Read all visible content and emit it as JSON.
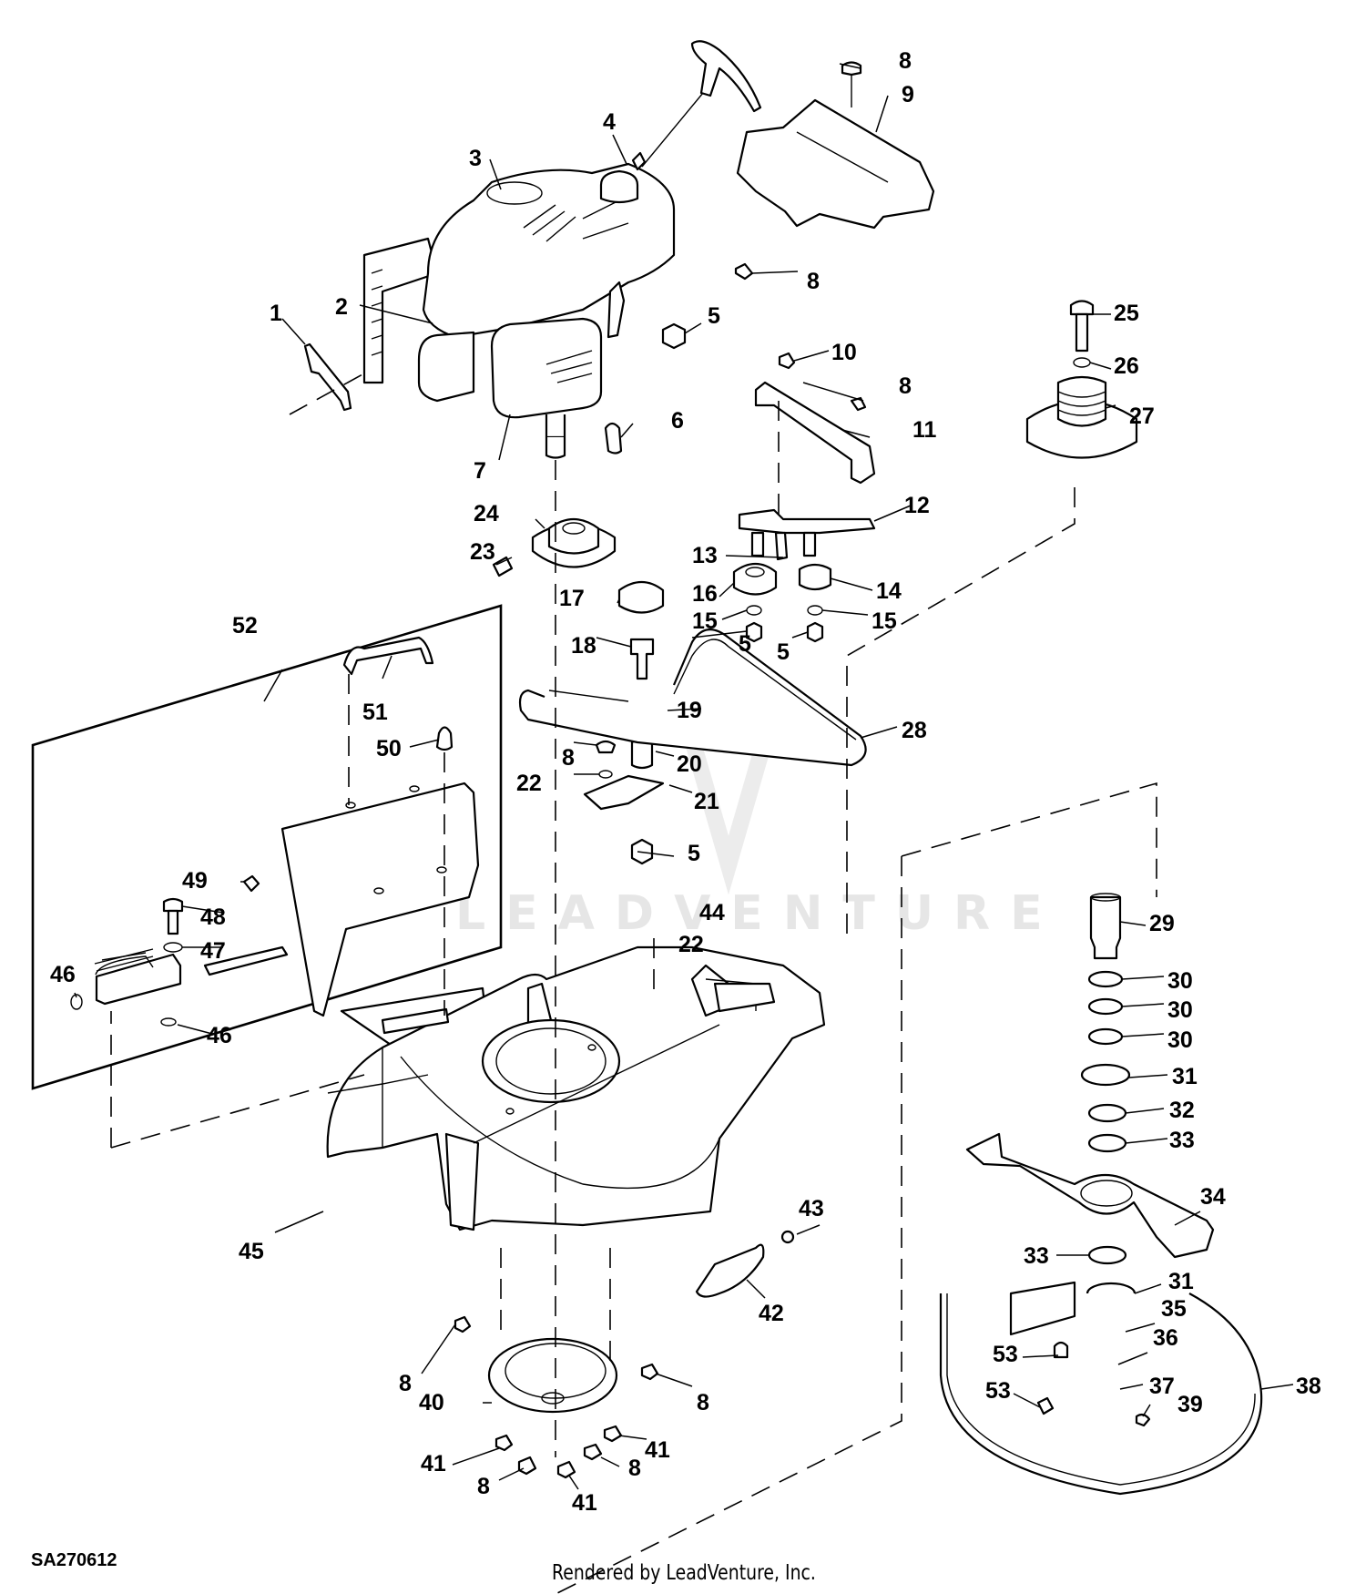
{
  "diagram": {
    "type": "exploded parts diagram",
    "subject": "walk-behind rotary lawn mower (engine, belt drive, deck, blade, bagger chute)",
    "diagram_id": "SA270612",
    "credit": "Rendered by LeadVenture, Inc.",
    "watermark": "LEADVENTURE"
  },
  "callouts": [
    {
      "id": "c1",
      "label": "1"
    },
    {
      "id": "c2",
      "label": "2"
    },
    {
      "id": "c3",
      "label": "3"
    },
    {
      "id": "c4",
      "label": "4"
    },
    {
      "id": "c5a",
      "label": "5"
    },
    {
      "id": "c5b",
      "label": "5"
    },
    {
      "id": "c5c",
      "label": "5"
    },
    {
      "id": "c5d",
      "label": "5"
    },
    {
      "id": "c6",
      "label": "6"
    },
    {
      "id": "c7",
      "label": "7"
    },
    {
      "id": "c8a",
      "label": "8"
    },
    {
      "id": "c8b",
      "label": "8"
    },
    {
      "id": "c8c",
      "label": "8"
    },
    {
      "id": "c8d",
      "label": "8"
    },
    {
      "id": "c8e",
      "label": "8"
    },
    {
      "id": "c8f",
      "label": "8"
    },
    {
      "id": "c8g",
      "label": "8"
    },
    {
      "id": "c8h",
      "label": "8"
    },
    {
      "id": "c9",
      "label": "9"
    },
    {
      "id": "c10",
      "label": "10"
    },
    {
      "id": "c11",
      "label": "11"
    },
    {
      "id": "c12",
      "label": "12"
    },
    {
      "id": "c13",
      "label": "13"
    },
    {
      "id": "c14",
      "label": "14"
    },
    {
      "id": "c15a",
      "label": "15"
    },
    {
      "id": "c15b",
      "label": "15"
    },
    {
      "id": "c16",
      "label": "16"
    },
    {
      "id": "c17",
      "label": "17"
    },
    {
      "id": "c18",
      "label": "18"
    },
    {
      "id": "c19",
      "label": "19"
    },
    {
      "id": "c20",
      "label": "20"
    },
    {
      "id": "c21",
      "label": "21"
    },
    {
      "id": "c22a",
      "label": "22"
    },
    {
      "id": "c22b",
      "label": "22"
    },
    {
      "id": "c23",
      "label": "23"
    },
    {
      "id": "c24",
      "label": "24"
    },
    {
      "id": "c25",
      "label": "25"
    },
    {
      "id": "c26",
      "label": "26"
    },
    {
      "id": "c27",
      "label": "27"
    },
    {
      "id": "c28",
      "label": "28"
    },
    {
      "id": "c29",
      "label": "29"
    },
    {
      "id": "c30a",
      "label": "30"
    },
    {
      "id": "c30b",
      "label": "30"
    },
    {
      "id": "c30c",
      "label": "30"
    },
    {
      "id": "c31a",
      "label": "31"
    },
    {
      "id": "c31b",
      "label": "31"
    },
    {
      "id": "c32",
      "label": "32"
    },
    {
      "id": "c33a",
      "label": "33"
    },
    {
      "id": "c33b",
      "label": "33"
    },
    {
      "id": "c34",
      "label": "34"
    },
    {
      "id": "c35",
      "label": "35"
    },
    {
      "id": "c36",
      "label": "36"
    },
    {
      "id": "c37",
      "label": "37"
    },
    {
      "id": "c38",
      "label": "38"
    },
    {
      "id": "c39",
      "label": "39"
    },
    {
      "id": "c40",
      "label": "40"
    },
    {
      "id": "c41a",
      "label": "41"
    },
    {
      "id": "c41b",
      "label": "41"
    },
    {
      "id": "c41c",
      "label": "41"
    },
    {
      "id": "c42",
      "label": "42"
    },
    {
      "id": "c43",
      "label": "43"
    },
    {
      "id": "c44",
      "label": "44"
    },
    {
      "id": "c45",
      "label": "45"
    },
    {
      "id": "c46a",
      "label": "46"
    },
    {
      "id": "c46b",
      "label": "46"
    },
    {
      "id": "c47",
      "label": "47"
    },
    {
      "id": "c48",
      "label": "48"
    },
    {
      "id": "c49",
      "label": "49"
    },
    {
      "id": "c50",
      "label": "50"
    },
    {
      "id": "c51",
      "label": "51"
    },
    {
      "id": "c52",
      "label": "52"
    },
    {
      "id": "c53a",
      "label": "53"
    },
    {
      "id": "c53b",
      "label": "53"
    }
  ]
}
